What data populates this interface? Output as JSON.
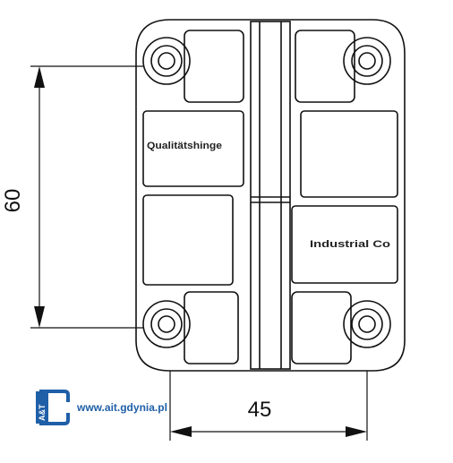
{
  "dimensions": {
    "height_label": "60",
    "width_label": "45"
  },
  "embossed_text": {
    "left_panel": "Qualitätshinge",
    "right_panel": "Industrial Co"
  },
  "logo": {
    "badge_text": "A&T",
    "url": "www.ait.gdynia.pl"
  },
  "colors": {
    "line": "#111111",
    "brand_blue": "#1f5fa8"
  }
}
